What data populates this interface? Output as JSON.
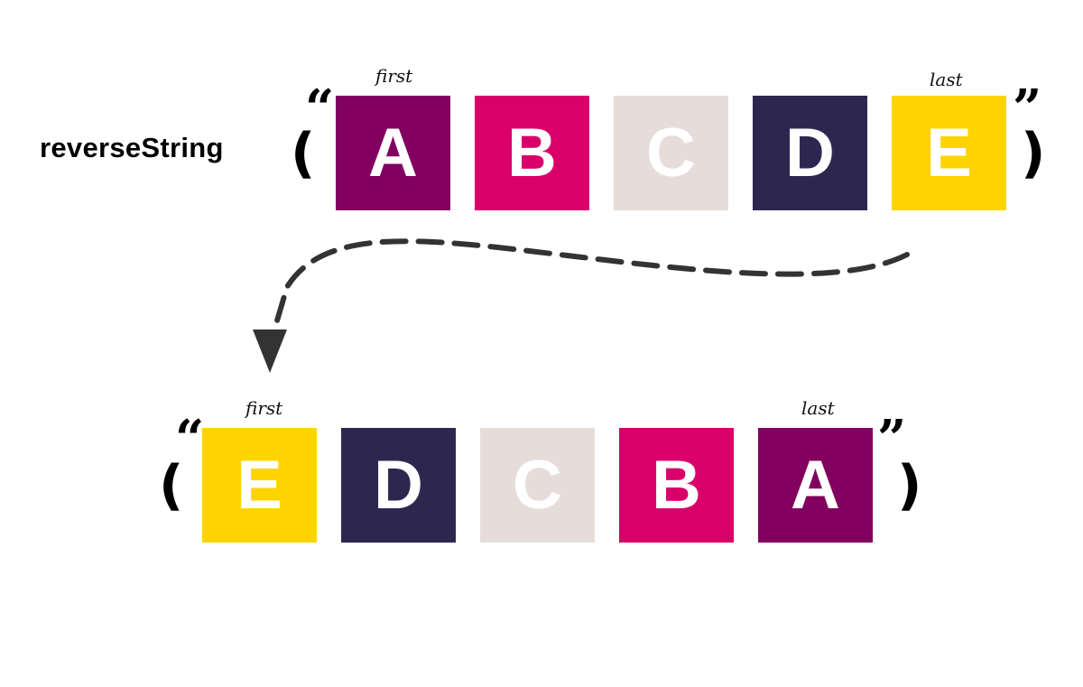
{
  "function_name": "reverseString",
  "punctuation": {
    "open_paren": "(",
    "close_paren": ")",
    "open_quote": "“",
    "close_quote": "”"
  },
  "markers": {
    "first": "first",
    "last": "last"
  },
  "colors": {
    "A": "#82005F",
    "B": "#D9006A",
    "C": "#E6DDDB",
    "D": "#2D2750",
    "E": "#FDD400",
    "arrow": "#333333"
  },
  "input": {
    "letters": [
      "A",
      "B",
      "C",
      "D",
      "E"
    ]
  },
  "output": {
    "letters": [
      "E",
      "D",
      "C",
      "B",
      "A"
    ]
  }
}
